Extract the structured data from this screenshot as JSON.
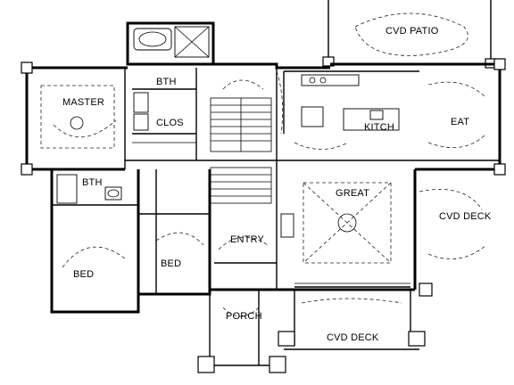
{
  "plan": {
    "rooms": {
      "cvd_patio": "CVD PATIO",
      "master": "MASTER",
      "bth_upper": "BTH",
      "clos": "CLOS",
      "kitch": "KITCH",
      "eat": "EAT",
      "bth_lower": "BTH",
      "great": "GREAT",
      "cvd_deck_right": "CVD DECK",
      "entry": "ENTRY",
      "bed_left": "BED",
      "bed_right": "BED",
      "porch": "PORCH",
      "cvd_deck_bottom": "CVD DECK"
    }
  }
}
